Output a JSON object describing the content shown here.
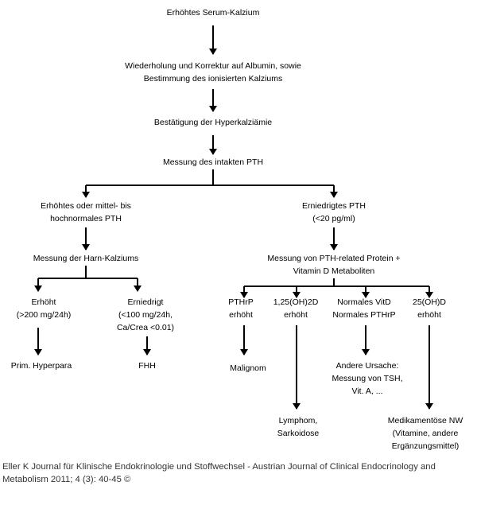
{
  "diagram": {
    "nodes": {
      "serum": "Erhöhtes Serum-Kalzium",
      "repeat_line1": "Wiederholung und Korrektur auf Albumin, sowie",
      "repeat_line2": "Bestimmung des ionisierten Kalziums",
      "confirm": "Bestätigung der Hyperkalziämie",
      "pth": "Messung des intakten PTH",
      "high_pth_line1": "Erhöhtes oder mittel- bis",
      "high_pth_line2": "hochnormales PTH",
      "low_pth_line1": "Erniedrigtes PTH",
      "low_pth_line2": "(<20 pg/ml)",
      "urine": "Messung der Harn-Kalziums",
      "pthrp_line1": "Messung von PTH-related Protein +",
      "pthrp_line2": "Vitamin D Metaboliten",
      "elevated_line1": "Erhöht",
      "elevated_line2": "(>200 mg/24h)",
      "lowered_line1": "Erniedrigt",
      "lowered_line2": "(<100 mg/24h,",
      "lowered_line3": "Ca/Crea <0.01)",
      "prim_hyperpara": "Prim. Hyperpara",
      "fhh": "FHH",
      "pthrp_elev_line1": "PTHrP",
      "pthrp_elev_line2": "erhöht",
      "vitd125_line1": "1,25(OH)2D",
      "vitd125_line2": "erhöht",
      "normal_line1": "Normales VitD",
      "normal_line2": "Normales PTHrP",
      "vitd25_line1": "25(OH)D",
      "vitd25_line2": "erhöht",
      "malignom": "Malignom",
      "other_line1": "Andere Ursache:",
      "other_line2": "Messung von TSH,",
      "other_line3": "Vit. A, ...",
      "lymphom_line1": "Lymphom,",
      "lymphom_line2": "Sarkoidose",
      "medik_line1": "Medikamentöse NW",
      "medik_line2": "(Vitamine, andere",
      "medik_line3": "Ergänzungsmittel)"
    }
  },
  "caption": "Eller K Journal für Klinische Endokrinologie und Stoffwechsel - Austrian Journal of Clinical Endocrinology and Metabolism 2011; 4 (3): 40-45 ©"
}
